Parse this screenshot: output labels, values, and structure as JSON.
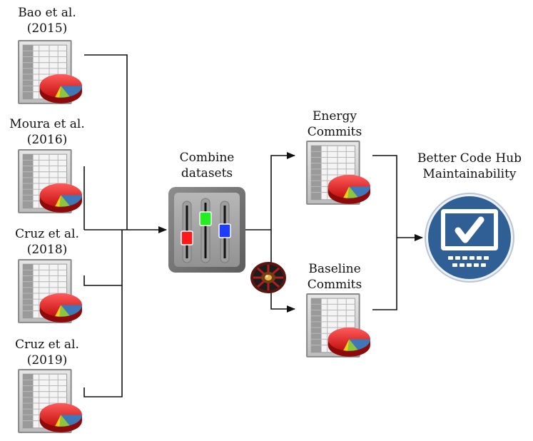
{
  "sources": [
    {
      "line1": "Bao et al.",
      "line2": "(2015)"
    },
    {
      "line1": "Moura et al.",
      "line2": "(2016)"
    },
    {
      "line1": "Cruz et al.",
      "line2": "(2018)"
    },
    {
      "line1": "Cruz et al.",
      "line2": "(2019)"
    }
  ],
  "combine": {
    "line1": "Combine",
    "line2": "datasets"
  },
  "outputs": [
    {
      "line1": "Energy",
      "line2": "Commits"
    },
    {
      "line1": "Baseline",
      "line2": "Commits"
    }
  ],
  "final": {
    "line1": "Better Code Hub",
    "line2": "Maintainability"
  },
  "icons": {
    "source_doc": "spreadsheet-chart-icon",
    "combine": "mixer-sliders-icon",
    "random": "roulette-wheel-icon",
    "final": "monitor-checkmark-icon"
  },
  "colors": {
    "line": "#111111",
    "pie_red": "#d81e1e",
    "pie_green": "#8cc63f",
    "pie_blue": "#3f78b8",
    "final_blue": "#2f5f94",
    "slider_red": "#ff1a1a",
    "slider_green": "#22ee22",
    "slider_blue": "#1f3dff"
  }
}
